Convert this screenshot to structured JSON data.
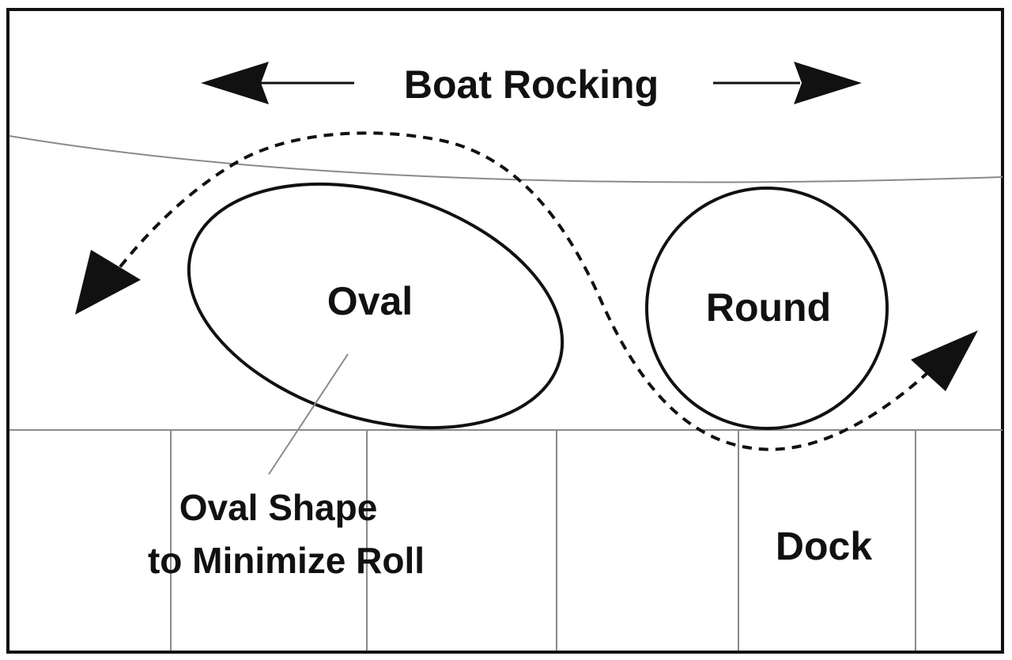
{
  "diagram": {
    "title": "Boat Rocking",
    "oval_label": "Oval",
    "round_label": "Round",
    "caption_line1": "Oval Shape",
    "caption_line2": "to Minimize Roll",
    "dock_label": "Dock"
  },
  "colors": {
    "ink": "#111111",
    "thin_line": "#8a8a8a",
    "background": "#ffffff"
  }
}
